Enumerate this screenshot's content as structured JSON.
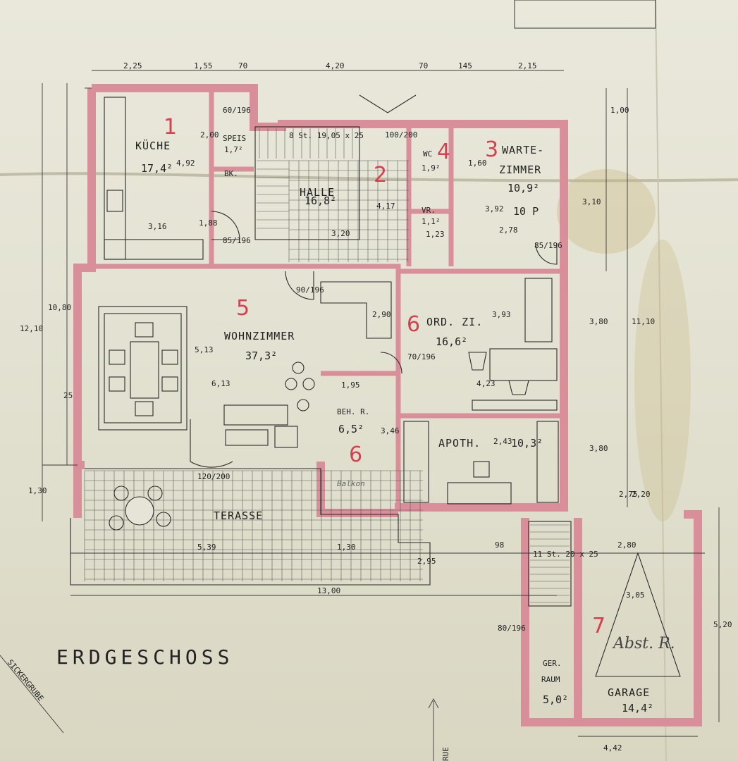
{
  "title": "ERDGESCHOSS",
  "rooms": [
    {
      "num": "1",
      "name": "KÜCHE",
      "area": "17,4²"
    },
    {
      "num": "",
      "name": "SPEIS",
      "area": "1,7²"
    },
    {
      "num": "",
      "name": "BK.",
      "area": ""
    },
    {
      "num": "2",
      "name": "HALLE",
      "area": "16,8²"
    },
    {
      "num": "4",
      "name": "WC",
      "area": "1,9²"
    },
    {
      "num": "",
      "name": "VR.",
      "area": "1,1²"
    },
    {
      "num": "3",
      "name": "WARTE-",
      "name2": "ZIMMER",
      "area": "10,9²",
      "extra": "10 P"
    },
    {
      "num": "5",
      "name": "WOHNZIMMER",
      "area": "37,3²"
    },
    {
      "num": "6",
      "name": "ORD. ZI.",
      "area": "16,6²"
    },
    {
      "num": "6",
      "name": "BEH. R.",
      "area": "6,5²"
    },
    {
      "num": "",
      "name": "APOTH.",
      "area": "10,3²"
    },
    {
      "num": "",
      "name": "TERASSE",
      "area": ""
    },
    {
      "num": "",
      "name": "GER.",
      "name2": "RAUM",
      "area": "5,0²"
    },
    {
      "num": "7",
      "name": "GARAGE",
      "area": "14,4²"
    }
  ],
  "dimensions": {
    "top": [
      "2,25",
      "1,55",
      "70",
      "4,20",
      "70",
      "145",
      "2,15"
    ],
    "bottom": [
      "5,39",
      "1,30",
      "2,95",
      "98",
      "2,80",
      "13,00",
      "4,42",
      "3,05"
    ],
    "left": [
      "12,10",
      "10,80",
      "1,30",
      "25"
    ],
    "right": [
      "1,00",
      "3,10",
      "3,80",
      "11,10",
      "3,80",
      "2,75",
      "2,20",
      "5,20"
    ],
    "interior": [
      "3,16",
      "1,88",
      "3,20",
      "2,78",
      "6,13",
      "5,13",
      "2,90",
      "3,93",
      "4,23",
      "1,95",
      "3,46",
      "2,43",
      "4,92",
      "4,17",
      "3,92",
      "1,60",
      "2,00",
      "1,23"
    ],
    "doors": [
      "85/196",
      "90/196",
      "70/196",
      "60/196",
      "120/200",
      "80/196",
      "85/196",
      "100/200"
    ],
    "stairs": [
      "8 St. 19,05 x 25",
      "11 St. 20 x 25"
    ]
  },
  "notes": {
    "garage_note": "Abst. R.",
    "bottom_left": "SICKERGRUBE",
    "bottom_right": "RUE",
    "beh_note": "Balkon"
  }
}
